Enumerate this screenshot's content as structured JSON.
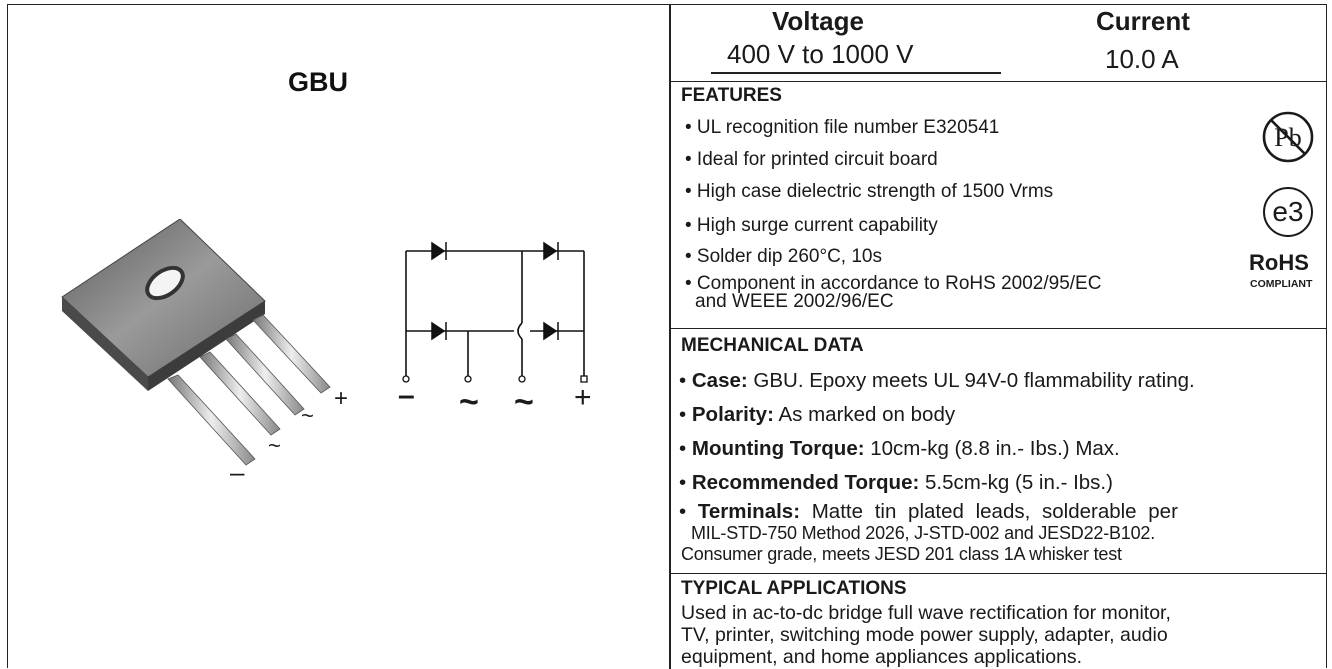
{
  "package": {
    "name": "GBU",
    "lead_labels": [
      "+",
      "~",
      "~",
      "–"
    ]
  },
  "circuit": {
    "terminal_labels": [
      "–",
      "~",
      "~",
      "+"
    ]
  },
  "ratings": {
    "voltage_label": "Voltage",
    "voltage_value": "400 V to 1000 V",
    "current_label": "Current",
    "current_value": "10.0 A"
  },
  "features": {
    "title": "FEATURES",
    "items": [
      "• UL recognition file number E320541",
      "• Ideal for printed circuit board",
      "• High case dielectric strength of 1500 Vrms",
      "• High surge current capability",
      "• Solder dip 260°C, 10s",
      "• Component in accordance to RoHS 2002/95/EC",
      "and WEEE 2002/96/EC"
    ],
    "badges": {
      "lead_free": "Pb",
      "e3": "e3",
      "rohs": "RoHS",
      "rohs_sub": "COMPLIANT"
    }
  },
  "mechanical": {
    "title": "MECHANICAL DATA",
    "items": [
      {
        "label": "Case:",
        "text": " GBU. Epoxy meets UL 94V-0 flammability rating."
      },
      {
        "label": "Polarity:",
        "text": " As marked on body"
      },
      {
        "label": "Mounting Torque:",
        "text": " 10cm-kg (8.8  in.- Ibs.) Max."
      },
      {
        "label": "Recommended Torque:",
        "text": " 5.5cm-kg (5 in.- Ibs.)"
      },
      {
        "label": "Terminals:",
        "text": " Matte tin plated leads, solderable per"
      }
    ],
    "terminals_cont": [
      "MIL-STD-750 Method 2026, J-STD-002 and JESD22-B102.",
      "Consumer grade, meets JESD 201 class 1A whisker test"
    ]
  },
  "applications": {
    "title": "TYPICAL APPLICATIONS",
    "lines": [
      "Used in ac-to-dc bridge full wave rectification for monitor,",
      "TV, printer, switching mode power supply, adapter, audio",
      "equipment, and home appliances applications."
    ]
  }
}
